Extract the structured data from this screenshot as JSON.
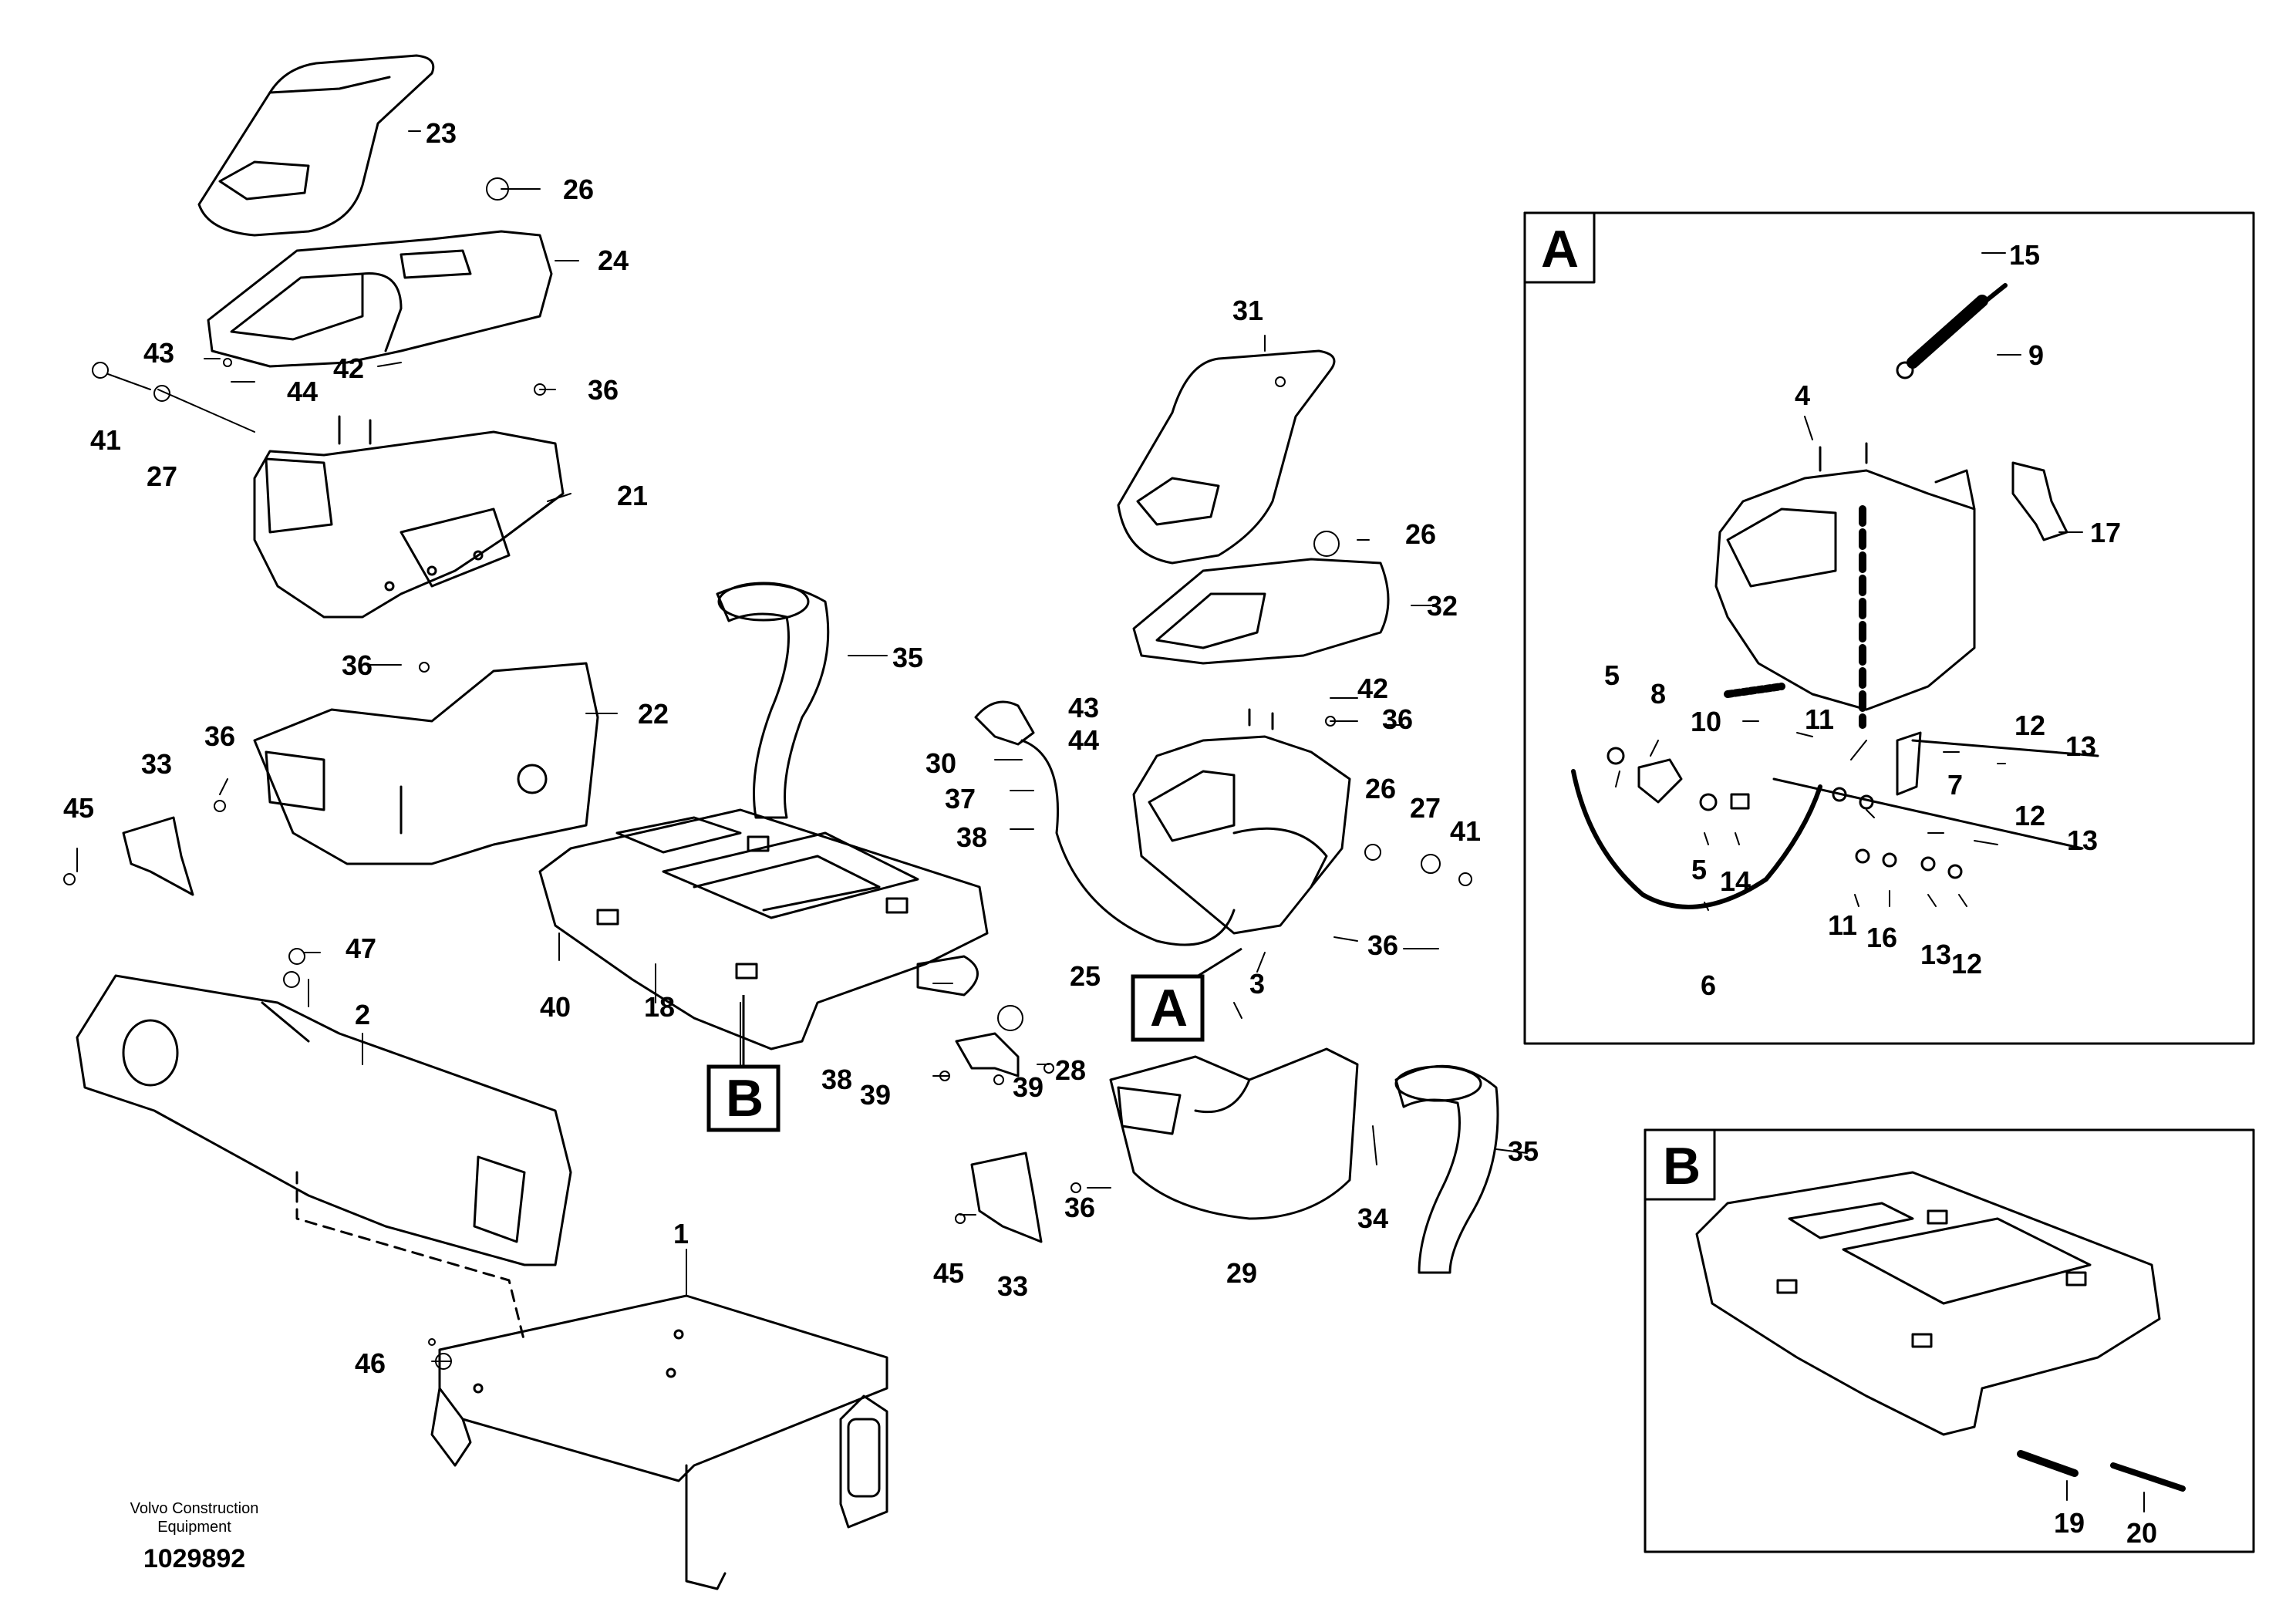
{
  "footer": {
    "brand_line1": "Volvo Construction",
    "brand_line2": "Equipment",
    "drawing_number": "1029892"
  },
  "insets": {
    "a_letter": "A",
    "b_letter": "B"
  },
  "callouts": {
    "c1": "1",
    "c2": "2",
    "c3": "3",
    "c4": "4",
    "c5a": "5",
    "c5b": "5",
    "c6": "6",
    "c7": "7",
    "c8": "8",
    "c9": "9",
    "c10": "10",
    "c11a": "11",
    "c11b": "11",
    "c12a": "12",
    "c12b": "12",
    "c12c": "12",
    "c13a": "13",
    "c13b": "13",
    "c13c": "13",
    "c14": "14",
    "c15": "15",
    "c16": "16",
    "c17": "17",
    "c18": "18",
    "c19": "19",
    "c20": "20",
    "c21": "21",
    "c22": "22",
    "c23": "23",
    "c24": "24",
    "c25": "25",
    "c26a": "26",
    "c26b": "26",
    "c26c": "26",
    "c27a": "27",
    "c27b": "27",
    "c28": "28",
    "c29": "29",
    "c30": "30",
    "c31": "31",
    "c32": "32",
    "c33a": "33",
    "c33b": "33",
    "c34": "34",
    "c35a": "35",
    "c35b": "35",
    "c36a": "36",
    "c36b": "36",
    "c36c": "36",
    "c36d": "36",
    "c36e": "36",
    "c36f": "36",
    "c37": "37",
    "c38a": "38",
    "c38b": "38",
    "c39a": "39",
    "c39b": "39",
    "c40": "40",
    "c41a": "41",
    "c41b": "41",
    "c42a": "42",
    "c42b": "42",
    "c43a": "43",
    "c43b": "43",
    "c44a": "44",
    "c44b": "44",
    "c45a": "45",
    "c45b": "45",
    "c46": "46",
    "c47": "47",
    "view_a": "A",
    "view_b": "B"
  }
}
